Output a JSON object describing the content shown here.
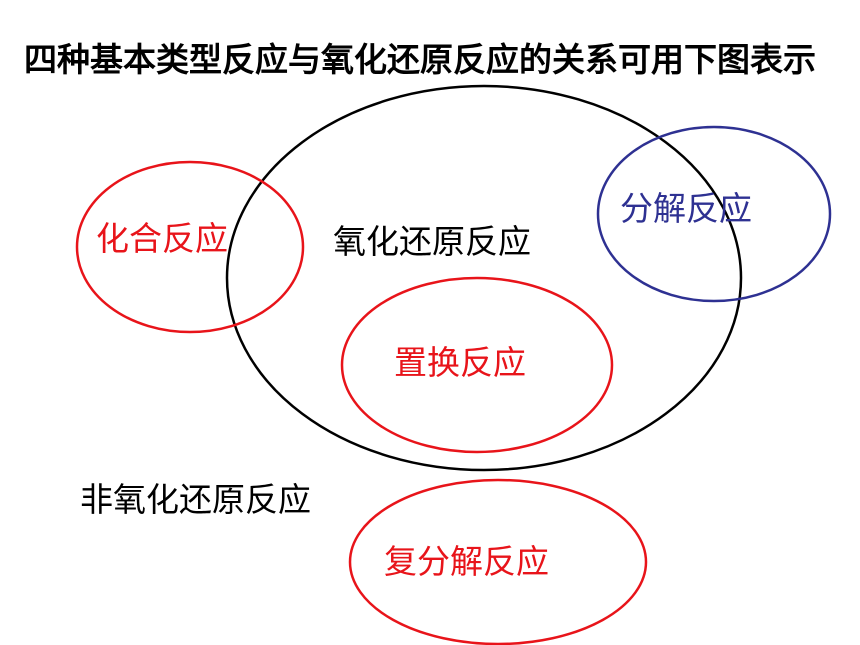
{
  "title": "四种基本类型反应与氧化还原反应的关系可用下图表示",
  "sets": {
    "redox": {
      "label": "氧化还原反应",
      "color": "#000000"
    },
    "combination": {
      "label": "化合反应",
      "color": "#e8141a"
    },
    "decomposition": {
      "label": "分解反应",
      "color": "#2e3192"
    },
    "displacement": {
      "label": "置换反应",
      "color": "#e8141a"
    },
    "double_displacement": {
      "label": "复分解反应",
      "color": "#e8141a"
    }
  },
  "outside_label": "非氧化还原反应"
}
